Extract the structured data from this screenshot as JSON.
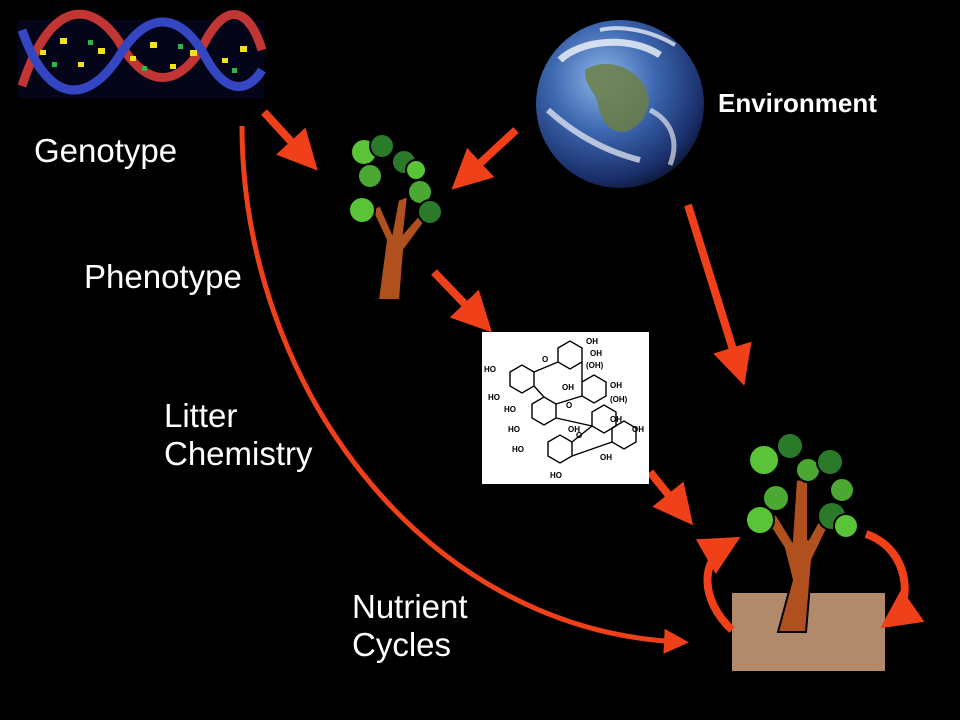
{
  "labels": {
    "environment": "Environment",
    "genotype": "Genotype",
    "phenotype": "Phenotype",
    "litter_chemistry": "Litter\nChemistry",
    "nutrient_cycles": "Nutrient\nCycles"
  },
  "chemical_structure": {
    "groups": [
      "OH",
      "OH",
      "(OH)",
      "HO",
      "O",
      "OH",
      "OH",
      "HO",
      "(OH)",
      "HO",
      "O",
      "OH",
      "HO",
      "OH",
      "OH",
      "HO",
      "O",
      "OH",
      "HO"
    ]
  },
  "icons": [
    "dna-helix-icon",
    "earth-globe-icon",
    "tree-icon",
    "tree-in-soil-icon",
    "chemical-structure-icon"
  ],
  "colors": {
    "background": "#000000",
    "arrow": "#f0401a",
    "text": "#ffffff",
    "soil": "#b08a6a",
    "trunk": "#b0501e",
    "leaf_light": "#59c437",
    "leaf_dark": "#2a7a2a"
  }
}
